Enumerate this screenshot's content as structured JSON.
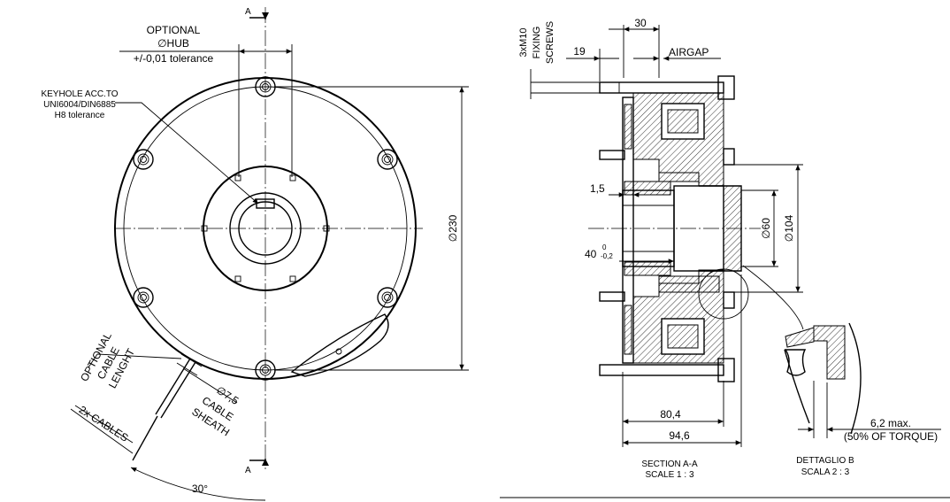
{
  "front_view": {
    "section_mark_top": "A",
    "section_mark_bottom": "A",
    "hub_note": [
      "OPTIONAL",
      "∅HUB",
      "+/-0,01 tolerance"
    ],
    "keyhole_note": [
      "KEYHOLE ACC.TO",
      "UNI6004/DIN6885",
      "H8 tolerance"
    ],
    "diameter_outer": "∅230",
    "cable_length_note": [
      "OPTIONAL",
      "CABLE",
      "LENGHT"
    ],
    "cables_note": "2x CABLES",
    "sheath_diameter": "∅7,5",
    "sheath_note": [
      "CABLE",
      "SHEATH"
    ],
    "angle": "30°"
  },
  "section_view": {
    "screws_note": [
      "3xM10",
      "FIXING",
      "SCREWS"
    ],
    "dim_30": "30",
    "dim_19": "19",
    "airgap": "AIRGAP",
    "dim_1_5": "1,5",
    "dim_40": "40",
    "tol_upper": "0",
    "tol_lower": "-0,2",
    "dim_60": "∅60",
    "dim_104": "∅104",
    "dim_80_4": "80,4",
    "dim_94_6": "94,6",
    "caption": [
      "SECTION A-A",
      "SCALE 1 : 3"
    ]
  },
  "detail_view": {
    "max_note": "6,2 max.",
    "torque_note": "(50% OF TORQUE)",
    "caption": [
      "DETTAGLIO B",
      "SCALA 2 : 3"
    ]
  }
}
